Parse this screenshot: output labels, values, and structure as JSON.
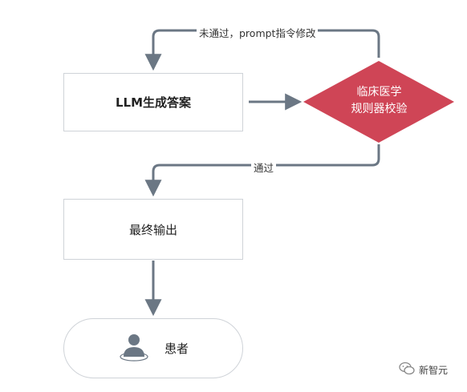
{
  "nodes": {
    "llm": "LLM生成答案",
    "check_line1": "临床医学",
    "check_line2": "规则器校验",
    "final": "最终输出",
    "patient": "患者"
  },
  "edges": {
    "fail_label": "未通过，prompt指令修改",
    "pass_label": "通过"
  },
  "watermark": {
    "text": "新智元",
    "icon": "wechat-icon"
  },
  "colors": {
    "diamond": "#cf4556",
    "arrow": "#6b7784",
    "border": "#cfd3d8"
  },
  "icons": {
    "patient": "person-icon"
  }
}
